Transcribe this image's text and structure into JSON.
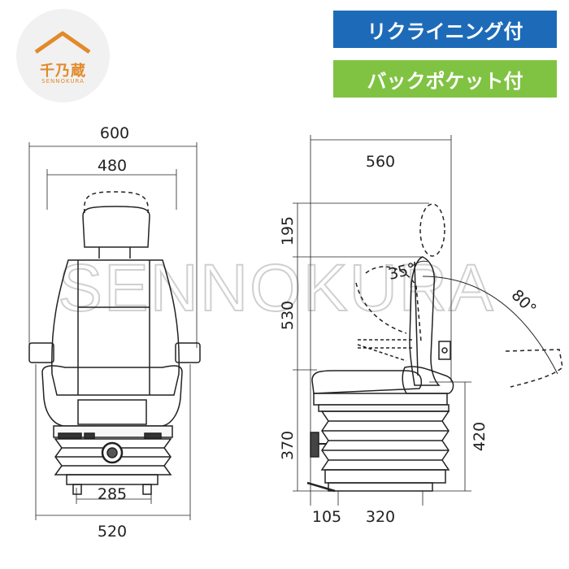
{
  "logo": {
    "kanji": "千乃蔵",
    "romaji": "SENNOKURA"
  },
  "badges": {
    "reclining": "リクライニング付",
    "back_pocket": "バックポケット付"
  },
  "watermark": "SENNOKURA",
  "front_view": {
    "width_outer": "600",
    "width_back": "480",
    "base_inner": "285",
    "base_outer": "520"
  },
  "side_view": {
    "depth": "560",
    "headrest_height": "195",
    "backrest_height": "530",
    "base_height": "370",
    "seat_height": "420",
    "offset": "105",
    "base_depth": "320",
    "angle_small": "35°",
    "angle_large": "80°"
  },
  "colors": {
    "blue": "#1d6bb8",
    "green": "#80c343",
    "logo": "#e28a2a"
  }
}
